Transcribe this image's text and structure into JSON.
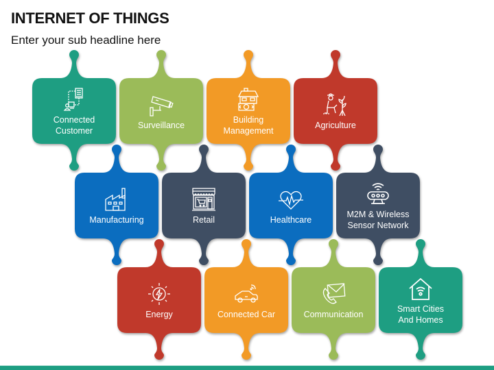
{
  "header": {
    "title": "INTERNET OF THINGS",
    "subtitle": "Enter your sub headline here"
  },
  "colors": {
    "teal": "#1e9e82",
    "green": "#9bbb59",
    "orange": "#f29a26",
    "red": "#c0392b",
    "blue": "#0b6dbf",
    "slate": "#3f4e63",
    "footer": "#1e9e82"
  },
  "tiles": [
    {
      "label": "Connected\nCustomer",
      "icon": "connected-customer-icon",
      "color": "#1e9e82",
      "row": 1
    },
    {
      "label": "Surveillance",
      "icon": "cctv-camera-icon",
      "color": "#9bbb59",
      "row": 1
    },
    {
      "label": "Building\nManagement",
      "icon": "building-money-icon",
      "color": "#f29a26",
      "row": 1
    },
    {
      "label": "Agriculture",
      "icon": "farmer-plant-icon",
      "color": "#c0392b",
      "row": 1
    },
    {
      "label": "Manufacturing",
      "icon": "factory-icon",
      "color": "#0b6dbf",
      "row": 2
    },
    {
      "label": "Retail",
      "icon": "store-cart-icon",
      "color": "#3f4e63",
      "row": 2
    },
    {
      "label": "Healthcare",
      "icon": "heart-pulse-icon",
      "color": "#0b6dbf",
      "row": 2
    },
    {
      "label": "M2M & Wireless\nSensor Network",
      "icon": "wireless-sensor-icon",
      "color": "#3f4e63",
      "row": 2
    },
    {
      "label": "Energy",
      "icon": "sun-lightning-icon",
      "color": "#c0392b",
      "row": 3
    },
    {
      "label": "Connected Car",
      "icon": "connected-car-icon",
      "color": "#f29a26",
      "row": 3
    },
    {
      "label": "Communication",
      "icon": "phone-mail-icon",
      "color": "#9bbb59",
      "row": 3
    },
    {
      "label": "Smart Cities\nAnd Homes",
      "icon": "smart-home-wifi-icon",
      "color": "#1e9e82",
      "row": 3
    }
  ]
}
